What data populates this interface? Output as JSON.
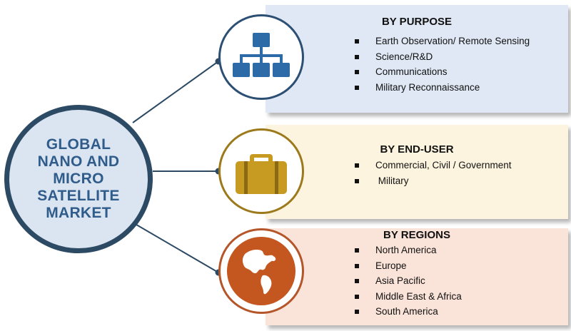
{
  "hub": {
    "title": "GLOBAL NANO AND MICRO SATELLITE MARKET"
  },
  "segments": [
    {
      "heading": "BY PURPOSE",
      "icon": "hierarchy-icon",
      "color": "#2d6aa8",
      "items": [
        "Earth Observation/ Remote Sensing",
        "Science/R&D",
        "Communications",
        "Military Reconnaissance"
      ]
    },
    {
      "heading": "BY END-USER",
      "icon": "briefcase-icon",
      "color": "#c79a22",
      "items": [
        "Commercial, Civil / Government",
        " Military"
      ]
    },
    {
      "heading": "BY REGIONS",
      "icon": "globe-icon",
      "color": "#c4561f",
      "items": [
        "North America",
        "Europe",
        "Asia Pacific",
        "Middle East & Africa",
        "South America"
      ]
    }
  ],
  "colors": {
    "hub_border": "#2d4a64",
    "hub_fill": "#dbe5f1",
    "hub_text": "#2f5c8a",
    "connector": "#2d4a64"
  }
}
